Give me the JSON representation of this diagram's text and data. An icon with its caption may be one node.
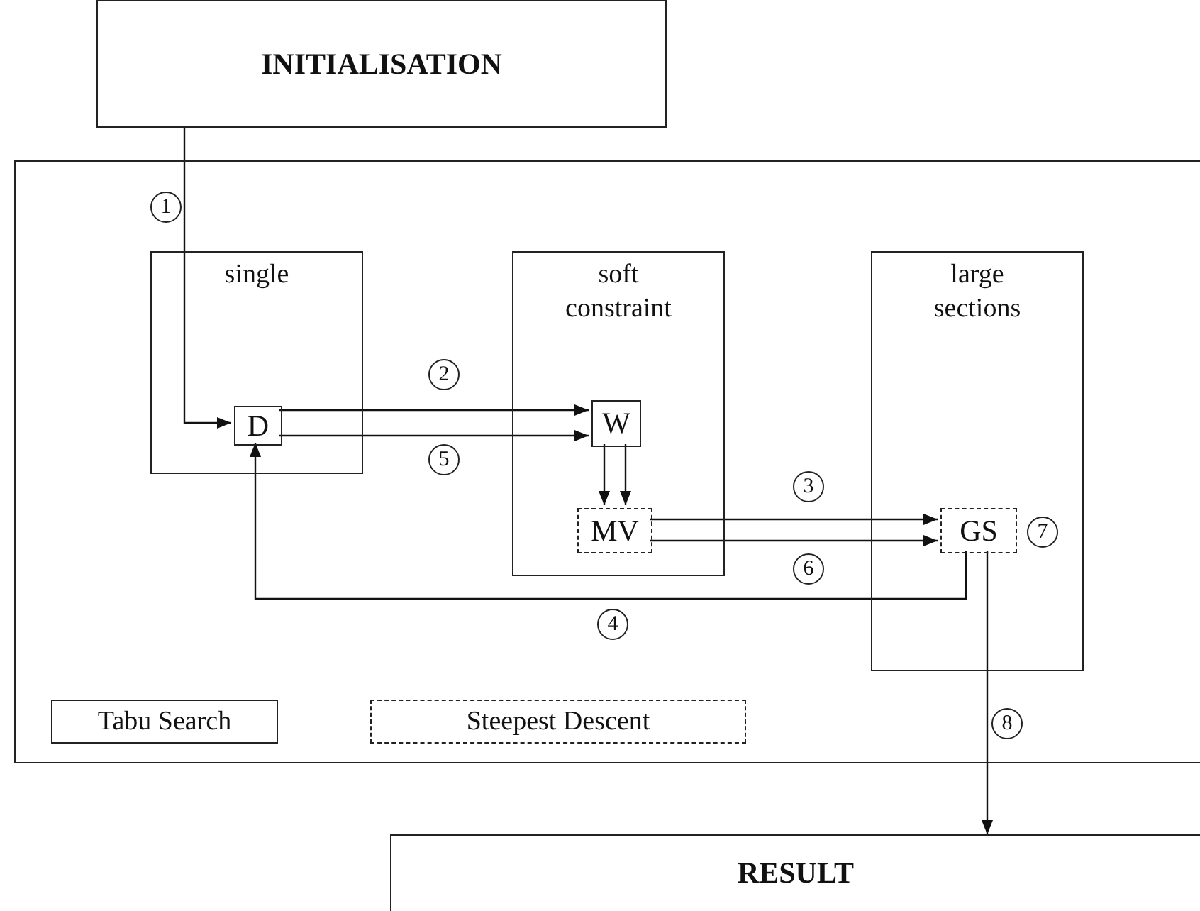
{
  "diagram": {
    "nodes": [
      {
        "text": [
          "INITIALISATION"
        ]
      },
      {
        "text": [],
        "shape": "box"
      },
      {
        "text": [
          "single"
        ],
        "in": 1
      },
      {
        "text": [
          "soft constraint"
        ],
        "in": 1
      },
      {
        "text": [
          "large sections"
        ],
        "in": 1
      },
      {
        "text": [
          "D"
        ],
        "in": 2
      },
      {
        "text": [
          "W"
        ],
        "in": 3
      },
      {
        "text": [
          "MV"
        ],
        "in": 3
      },
      {
        "text": [
          "GS"
        ],
        "in": 4,
        "beside": [
          "7"
        ]
      },
      {
        "text": [
          "Tabu Search"
        ],
        "in": 1
      },
      {
        "text": [
          "Steepest Descent"
        ],
        "in": 1
      },
      {
        "text": [
          "RESULT"
        ]
      }
    ],
    "edges": [
      {
        "from": 0,
        "to": 5,
        "arrow": "to",
        "label": "1"
      },
      {
        "from": 5,
        "to": 6,
        "arrow": "to",
        "label": "2"
      },
      {
        "from": 5,
        "to": 6,
        "arrow": "to",
        "label": "5"
      },
      {
        "from": 6,
        "to": 7,
        "arrow": "to"
      },
      {
        "from": 6,
        "to": 7,
        "arrow": "to"
      },
      {
        "from": 7,
        "to": 8,
        "arrow": "to",
        "label": "3"
      },
      {
        "from": 7,
        "to": 8,
        "arrow": "to",
        "label": "6"
      },
      {
        "from": 8,
        "to": 5,
        "arrow": "to",
        "label": "4"
      },
      {
        "from": 8,
        "to": 11,
        "arrow": "to",
        "label": "8"
      }
    ]
  }
}
